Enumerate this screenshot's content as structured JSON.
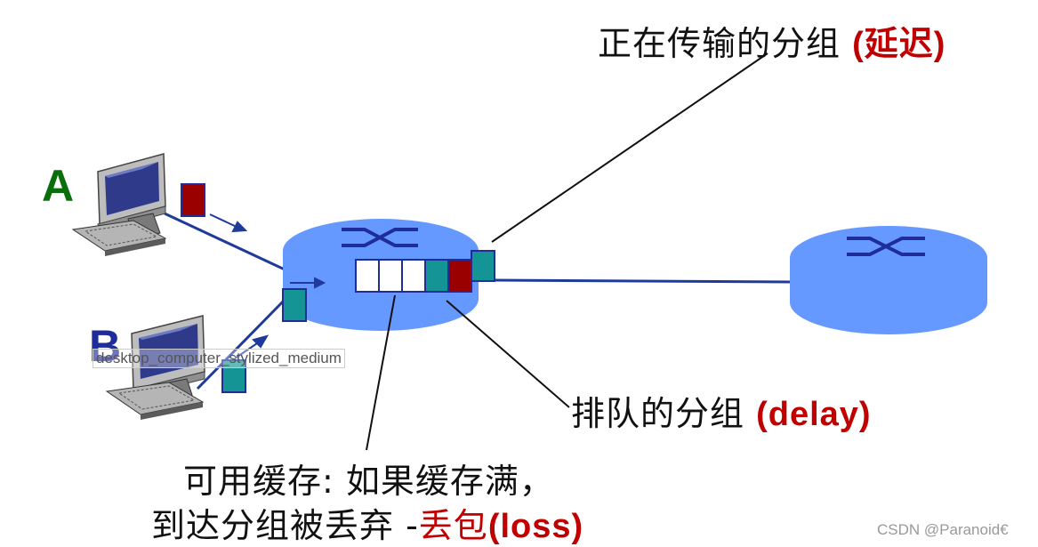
{
  "labels": {
    "transmitting": {
      "text": "正在传输的分组 ",
      "paren": "(延迟)"
    },
    "queued": {
      "text": "排队的分组 ",
      "paren": "(delay)"
    },
    "buffer_line1": "可用缓存: 如果缓存满，",
    "buffer_line2": {
      "text": "到达分组被丢弃 -",
      "red": "丢包",
      "paren": "(loss)"
    }
  },
  "hosts": {
    "a": {
      "label": "A",
      "color": "#0a6e0a"
    },
    "b": {
      "label": "B",
      "color": "#1f2d9a",
      "image_caption": "desktop_computer_stylized_medium"
    }
  },
  "watermark": "CSDN @Paranoid€",
  "colors": {
    "router": "#6699ff",
    "link": "#1f3a9a",
    "packet_red": "#9a0000",
    "packet_teal": "#149494",
    "label_red": "#c00000"
  }
}
